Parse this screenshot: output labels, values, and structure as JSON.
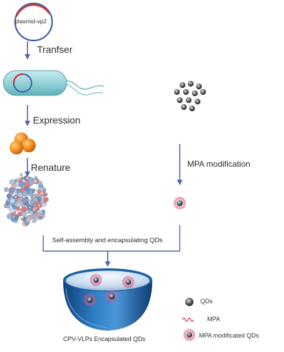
{
  "plasmid_label": "plasmid-vp2",
  "steps": {
    "transfer": "Tranfser",
    "expression": "Expression",
    "renature": "Renature",
    "mpa_modification": "MPA modification",
    "self_assembly": "Self-assembly and encapsulating QDs"
  },
  "result_label": "CPV-VLPs Encapsulated QDs",
  "legend": {
    "qds": "QDs",
    "mpa": "MPA",
    "mpa_qds": "MPA modificated QDs"
  },
  "colors": {
    "arrow": "#4a67b0",
    "bowl_outer": "#2c6fb0",
    "bowl_inner": "#bcd3ea",
    "plasmid_red": "#d8362f",
    "plasmid_blue": "#3f5fa8",
    "bacterium": "#8fd0d6",
    "protein_orange": "#f08a1c",
    "mpa_pink": "#e0508a",
    "qd_dark": "#333333"
  },
  "icons": [
    "plasmid-icon",
    "bacterium-icon",
    "protein-subunit-icon",
    "capsid-protein-icon",
    "qd-cluster-icon",
    "mpa-qd-icon",
    "vlp-bowl-icon"
  ]
}
